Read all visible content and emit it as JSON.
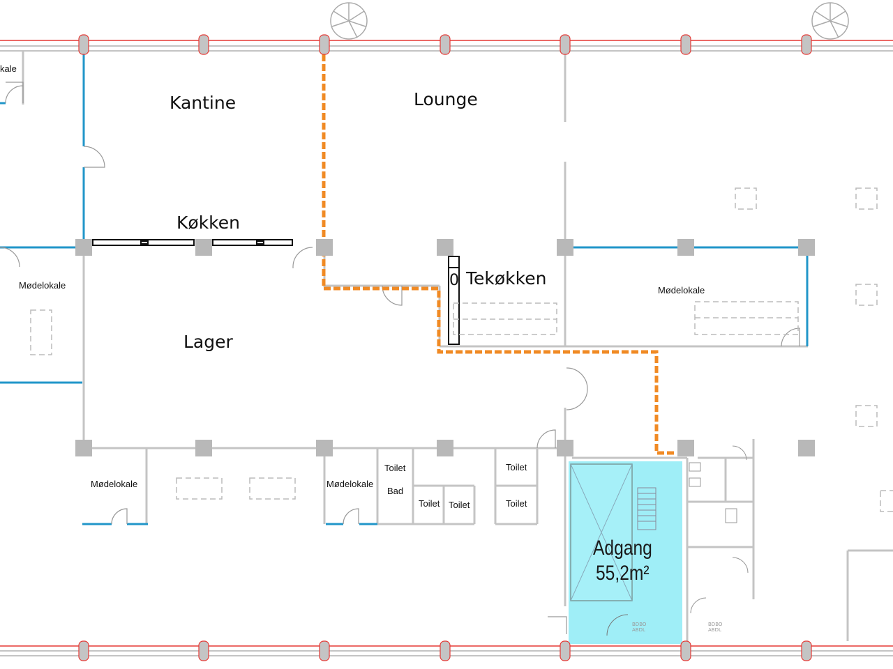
{
  "plan": {
    "colors": {
      "wall": "#c4c4c4",
      "outer_wall_line": "#e53935",
      "partition": "#2196c9",
      "route": "#f08a24",
      "access_fill": "#9feef7",
      "column": "#b8b8b8"
    },
    "rooms": {
      "kantine": "Kantine",
      "lounge": "Lounge",
      "koekken": "Køkken",
      "tekoekken": "Tekøkken",
      "lager": "Lager",
      "moedelokale_top_left": "kale",
      "moedelokale_left": "Mødelokale",
      "moedelokale_right": "Mødelokale",
      "moedelokale_bottom_1": "Mødelokale",
      "moedelokale_bottom_2": "Mødelokale",
      "toilet_1": "Toilet",
      "bad": "Bad",
      "toilet_2": "Toilet",
      "toilet_3": "Toilet",
      "toilet_4": "Toilet",
      "toilet_5": "Toilet"
    },
    "marker": "0",
    "access": {
      "label": "Adgang",
      "area": "55,2m²"
    },
    "stamps": [
      "BDBO ABDL",
      "BDBO ABDL"
    ]
  }
}
